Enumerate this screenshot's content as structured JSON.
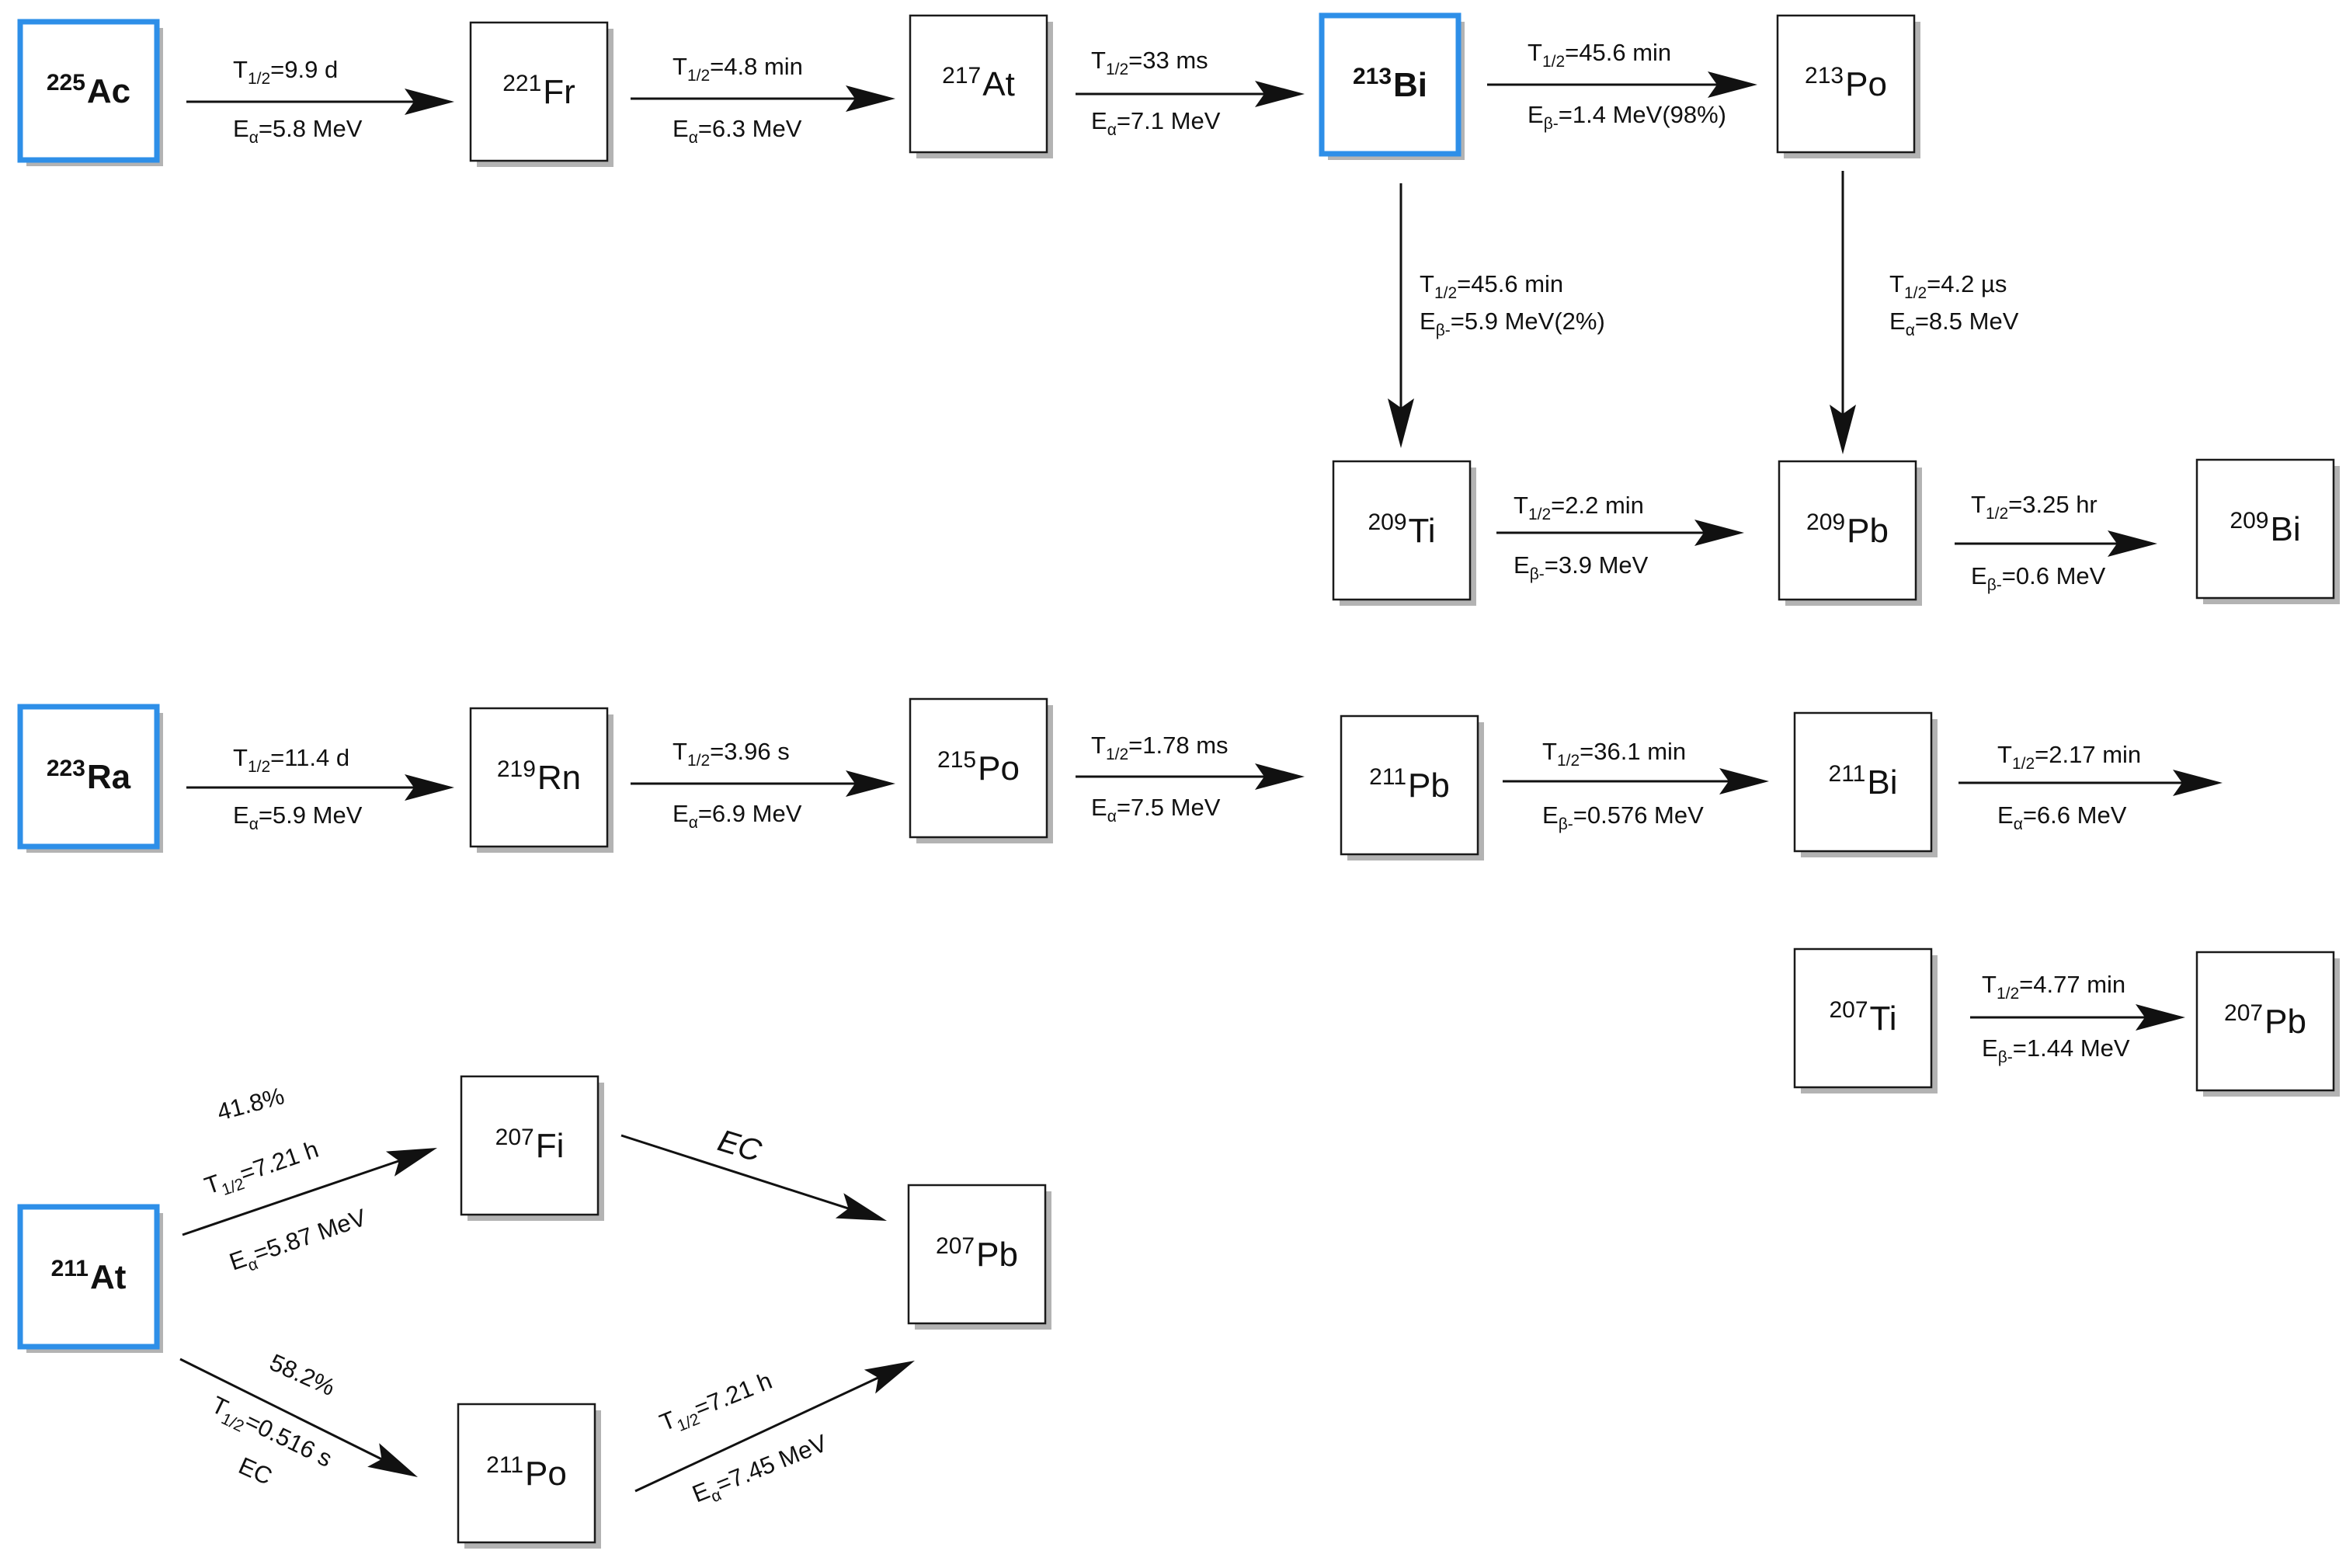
{
  "nuclides": [
    {
      "id": "ac225",
      "mass": "225",
      "symbol": "Ac",
      "parent": true
    },
    {
      "id": "fr221",
      "mass": "221",
      "symbol": "Fr",
      "parent": false
    },
    {
      "id": "at217",
      "mass": "217",
      "symbol": "At",
      "parent": false
    },
    {
      "id": "bi213",
      "mass": "213",
      "symbol": "Bi",
      "parent": true
    },
    {
      "id": "po213",
      "mass": "213",
      "symbol": "Po",
      "parent": false
    },
    {
      "id": "ti209",
      "mass": "209",
      "symbol": "Ti",
      "parent": false
    },
    {
      "id": "pb209",
      "mass": "209",
      "symbol": "Pb",
      "parent": false
    },
    {
      "id": "bi209",
      "mass": "209",
      "symbol": "Bi",
      "parent": false
    },
    {
      "id": "ra223",
      "mass": "223",
      "symbol": "Ra",
      "parent": true
    },
    {
      "id": "rn219",
      "mass": "219",
      "symbol": "Rn",
      "parent": false
    },
    {
      "id": "po215",
      "mass": "215",
      "symbol": "Po",
      "parent": false
    },
    {
      "id": "pb211",
      "mass": "211",
      "symbol": "Pb",
      "parent": false
    },
    {
      "id": "bi211",
      "mass": "211",
      "symbol": "Bi",
      "parent": false
    },
    {
      "id": "ti207",
      "mass": "207",
      "symbol": "Ti",
      "parent": false
    },
    {
      "id": "pb207a",
      "mass": "207",
      "symbol": "Pb",
      "parent": false
    },
    {
      "id": "fi207",
      "mass": "207",
      "symbol": "Fi",
      "parent": false
    },
    {
      "id": "pb207b",
      "mass": "207",
      "symbol": "Pb",
      "parent": false
    },
    {
      "id": "at211",
      "mass": "211",
      "symbol": "At",
      "parent": true
    },
    {
      "id": "po211",
      "mass": "211",
      "symbol": "Po",
      "parent": false
    }
  ],
  "transitions": [
    {
      "id": "ac-fr",
      "half_life": "=9.9 d",
      "energy": "=5.8 MeV",
      "emission": "α"
    },
    {
      "id": "fr-at",
      "half_life": "=4.8 min",
      "energy": "=6.3 MeV",
      "emission": "α"
    },
    {
      "id": "at-bi",
      "half_life": "=33 ms",
      "energy": "=7.1 MeV",
      "emission": "α"
    },
    {
      "id": "bi-po",
      "half_life": "=45.6 min",
      "energy": "=1.4 MeV(98%)",
      "emission": "β-"
    },
    {
      "id": "bi-ti",
      "half_life": "=45.6 min",
      "energy": "=5.9 MeV(2%)",
      "emission": "β-"
    },
    {
      "id": "po-pb",
      "half_life": "=4.2 µs",
      "energy": "=8.5 MeV",
      "emission": "α"
    },
    {
      "id": "ti-pb209",
      "half_life": "=2.2 min",
      "energy": "=3.9 MeV",
      "emission": "β-"
    },
    {
      "id": "pb-bi209",
      "half_life": "=3.25 hr",
      "energy": "=0.6 MeV",
      "emission": "β-"
    },
    {
      "id": "ra-rn",
      "half_life": "=11.4 d",
      "energy": "=5.9 MeV",
      "emission": "α"
    },
    {
      "id": "rn-po",
      "half_life": "=3.96 s",
      "energy": "=6.9 MeV",
      "emission": "α"
    },
    {
      "id": "po-pb211",
      "half_life": "=1.78 ms",
      "energy": "=7.5 MeV",
      "emission": "α"
    },
    {
      "id": "pb-bi211",
      "half_life": "=36.1 min",
      "energy": "=0.576 MeV",
      "emission": "β-"
    },
    {
      "id": "bi-out",
      "half_life": "=2.17 min",
      "energy": "=6.6 MeV",
      "emission": "α"
    },
    {
      "id": "ti-pb207",
      "half_life": "=4.77 min",
      "energy": "=1.44 MeV",
      "emission": "β-"
    },
    {
      "id": "at-fi",
      "branch": "41.8%",
      "half_life": "=7.21 h",
      "energy": "=5.87 MeV",
      "emission": "α"
    },
    {
      "id": "fi-pb",
      "mode": "EC"
    },
    {
      "id": "at-po",
      "branch": "58.2%",
      "half_life": "=0.516 s",
      "mode": "EC"
    },
    {
      "id": "po-pb207",
      "half_life": "=7.21 h",
      "energy": "=7.45 MeV",
      "emission": "α"
    }
  ],
  "symbols": {
    "half_life_letter": "T",
    "half_life_sub": "1/2",
    "energy_letter": "E"
  },
  "colors": {
    "parent_border": "#2e8fe8",
    "box_border": "#1a1a1a",
    "shadow": "#b3b3b3",
    "arrow": "#111111"
  }
}
